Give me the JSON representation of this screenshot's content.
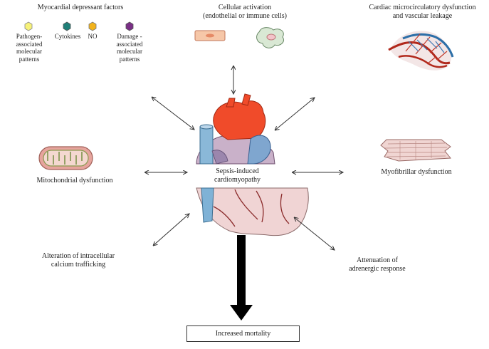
{
  "factors": {
    "title": "Myocardial depressant factors",
    "items": [
      {
        "lines": [
          "Pathogen-",
          "associated",
          "molecular",
          "patterns"
        ],
        "color": "#f7f27a",
        "icon": "yellow-hexagon"
      },
      {
        "lines": [
          "Cytokines"
        ],
        "color": "#1f7f78",
        "icon": "teal-hexagon"
      },
      {
        "lines": [
          "NO"
        ],
        "color": "#f2b31c",
        "icon": "orange-hexagon"
      },
      {
        "lines": [
          "Damage -",
          "associated",
          "molecular",
          "patterns"
        ],
        "color": "#7a2f86",
        "icon": "purple-hexagon"
      }
    ]
  },
  "activation": {
    "line1": "Cellular activation",
    "line2": "(endothelial or immune cells)"
  },
  "microcirc": {
    "line1": "Cardiac microcirculatory dysfunction",
    "line2": "and vascular leakage"
  },
  "mito": {
    "label": "Mitochondrial dysfunction"
  },
  "myofib": {
    "label": "Myofibrillar dysfunction"
  },
  "calcium": {
    "line1": "Alteration of intracellular",
    "line2": "calcium trafficking"
  },
  "adrenergic": {
    "line1": "Attenuation of",
    "line2": "adrenergic response"
  },
  "center": {
    "line1": "Sepsis-induced",
    "line2": "cardiomyopathy"
  },
  "outcome": {
    "label": "Increased mortality"
  }
}
